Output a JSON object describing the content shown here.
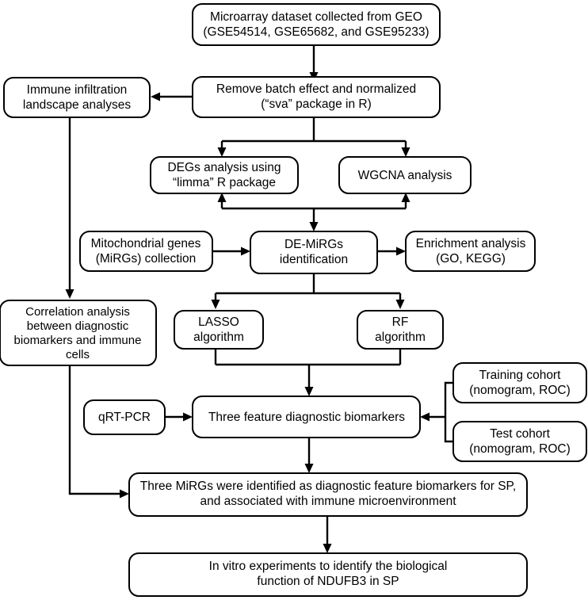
{
  "diagram": {
    "title": "Study workflow flowchart",
    "type": "flowchart",
    "background_color": "#ffffff",
    "stroke_color": "#000000",
    "box_fill_color": "#ffffff"
  },
  "nodes": {
    "dataset": {
      "line1": "Microarray dataset collected from GEO",
      "line2": "(GSE54514, GSE65682, and GSE95233)"
    },
    "batch": {
      "line1": "Remove batch effect and normalized",
      "line2": "(“sva” package in R)"
    },
    "immune": {
      "line1": "Immune infiltration",
      "line2": "landscape analyses"
    },
    "degs": {
      "line1": "DEGs analysis using",
      "line2": "“limma” R package"
    },
    "wgcna": {
      "line1": "WGCNA analysis",
      "line2": ""
    },
    "mito": {
      "line1": "Mitochondrial genes",
      "line2": "(MiRGs) collection"
    },
    "demirgs": {
      "line1": "DE-MiRGs",
      "line2": "identification"
    },
    "enrichment": {
      "line1": "Enrichment analysis",
      "line2": "(GO, KEGG)"
    },
    "correlation": {
      "line1": "Correlation analysis",
      "line2": "between diagnostic",
      "line3": "biomarkers and immune",
      "line4": "cells"
    },
    "lasso": {
      "line1": "LASSO",
      "line2": "algorithm"
    },
    "rf": {
      "line1": "RF",
      "line2": "algorithm"
    },
    "qrtpcr": {
      "line1": "qRT-PCR",
      "line2": ""
    },
    "biomarkers": {
      "line1": "Three feature diagnostic biomarkers",
      "line2": ""
    },
    "training": {
      "line1": "Training cohort",
      "line2": "(nomogram, ROC)"
    },
    "test": {
      "line1": "Test cohort",
      "line2": "(nomogram, ROC)"
    },
    "conclusion": {
      "line1": "Three  MiRGs were identified as diagnostic feature biomarkers for SP,",
      "line2": "and associated with immune microenvironment"
    },
    "invitro": {
      "line1": "In vitro experiments to identify the biological",
      "line2": "function of NDUFB3 in SP"
    }
  }
}
